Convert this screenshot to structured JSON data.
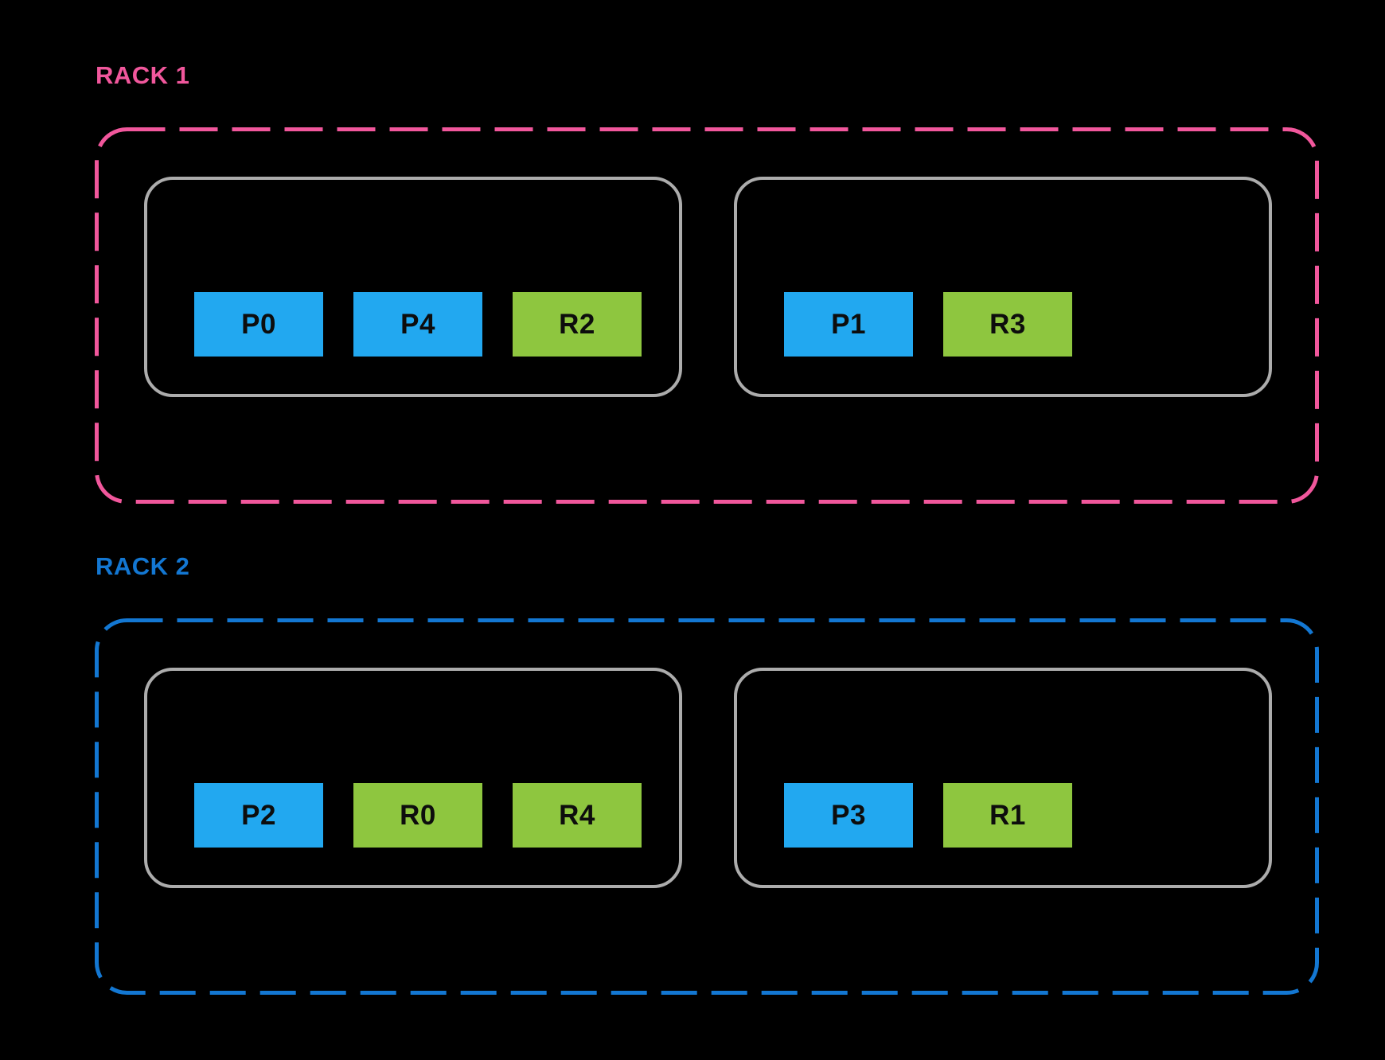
{
  "diagram": {
    "racks": [
      {
        "label": "RACK 1",
        "hosts": [
          {
            "blocks": [
              {
                "label": "P0",
                "type": "primary"
              },
              {
                "label": "P4",
                "type": "primary"
              },
              {
                "label": "R2",
                "type": "replica"
              }
            ]
          },
          {
            "blocks": [
              {
                "label": "P1",
                "type": "primary"
              },
              {
                "label": "R3",
                "type": "replica"
              }
            ]
          }
        ]
      },
      {
        "label": "RACK 2",
        "hosts": [
          {
            "blocks": [
              {
                "label": "P2",
                "type": "primary"
              },
              {
                "label": "R0",
                "type": "replica"
              },
              {
                "label": "R4",
                "type": "replica"
              }
            ]
          },
          {
            "blocks": [
              {
                "label": "P3",
                "type": "primary"
              },
              {
                "label": "R1",
                "type": "replica"
              }
            ]
          }
        ]
      }
    ],
    "colors": {
      "rack1_accent": "#F1579C",
      "rack2_accent": "#1377D2",
      "primary_block": "#22A8F0",
      "replica_block": "#8EC63F",
      "host_border": "#ACACAC",
      "block_text": "#0D0D0D",
      "background": "#000000"
    }
  }
}
